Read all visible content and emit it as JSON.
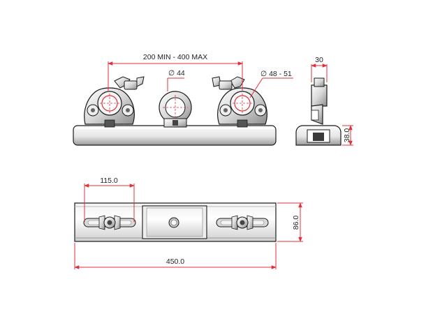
{
  "colors": {
    "dimension_line": "#e0303a",
    "outline": "#1a1a1a",
    "metal_light": "#f4f4f4",
    "metal_mid": "#c9c9c9",
    "metal_dark": "#8a8a8a",
    "pipe_red": "#e0303a"
  },
  "front_view": {
    "span_label": "200 MIN - 400 MAX",
    "ring_diameter_label": "∅ 44",
    "clamp_diameter_label": "∅ 48 - 51"
  },
  "side_view": {
    "width_label": "30",
    "height_label": "38.0"
  },
  "top_view": {
    "slot_length_label": "115.0",
    "depth_label": "86.0",
    "length_label": "450.0"
  }
}
